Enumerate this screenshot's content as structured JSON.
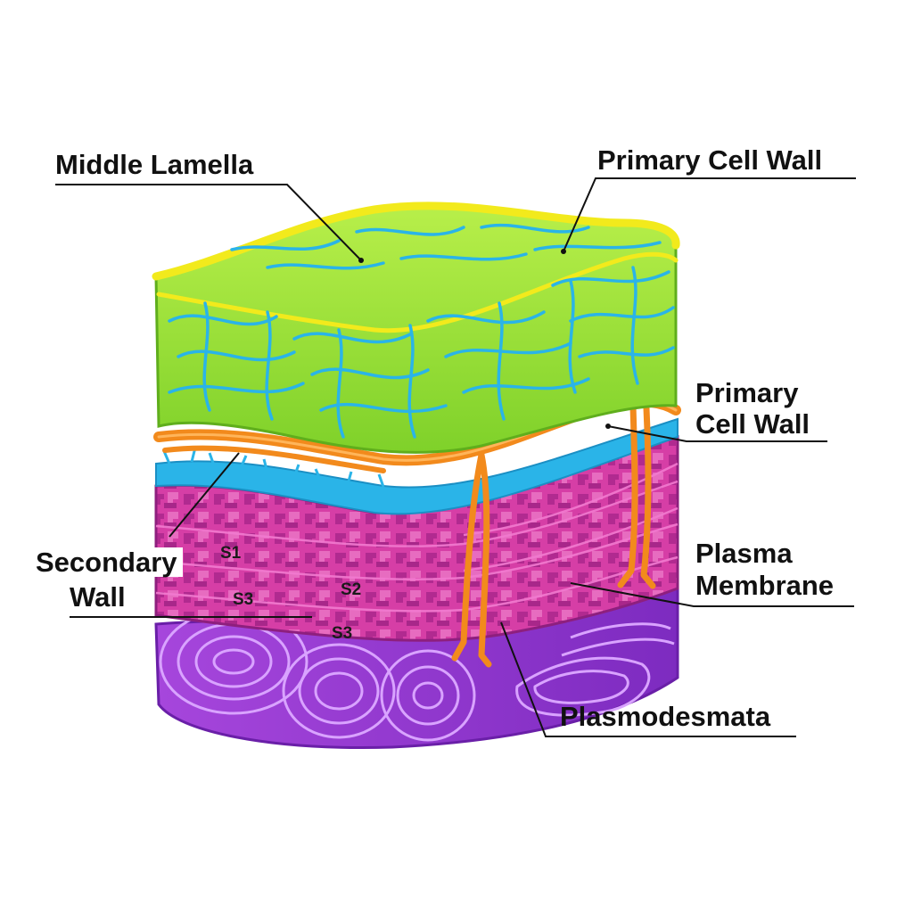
{
  "labels": {
    "middle_lamella": "Middle Lamella",
    "primary_cell_wall_top": "Primary Cell Wall",
    "primary_cell_wall_side_line1": "Primary",
    "primary_cell_wall_side_line2": "Cell Wall",
    "secondary_wall_line1": "Secondary",
    "secondary_wall_line2": "Wall",
    "plasma_membrane_line1": "Plasma",
    "plasma_membrane_line2": "Membrane",
    "plasmodesmata": "Plasmodesmata",
    "s1": "S1",
    "s2": "S2",
    "s3_left": "S3",
    "s3_right": "S3"
  },
  "colors": {
    "middle_lamella_edge": "#f2ea1c",
    "primary_wall_green": "#9be23a",
    "microfibril_blue": "#2ab4e8",
    "plasma_membrane_orange": "#f28a1c",
    "secondary_wall_magenta": "#d43aa8",
    "base_purple": "#9a3ed6"
  }
}
